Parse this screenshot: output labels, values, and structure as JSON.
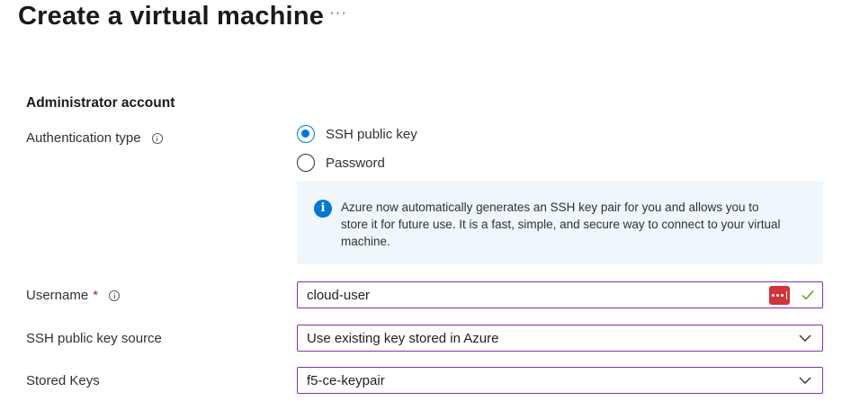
{
  "header": {
    "title": "Create a virtual machine",
    "more_label": "···"
  },
  "admin_account": {
    "section_title": "Administrator account",
    "auth_type": {
      "label": "Authentication type",
      "options": [
        {
          "label": "SSH public key",
          "selected": true
        },
        {
          "label": "Password",
          "selected": false
        }
      ]
    },
    "info_message": "Azure now automatically generates an SSH key pair for you and allows you to store it for future use. It is a fast, simple, and secure way to connect to your virtual machine.",
    "username": {
      "label": "Username",
      "required_marker": "*",
      "value": "cloud-user"
    },
    "ssh_key_source": {
      "label": "SSH public key source",
      "value": "Use existing key stored in Azure"
    },
    "stored_keys": {
      "label": "Stored Keys",
      "value": "f5-ce-keypair"
    }
  },
  "colors": {
    "accent": "#0078d4",
    "field_border": "#8a2da5",
    "info_background": "#eff6fc",
    "required": "#a4262c",
    "valid_check": "#57a300",
    "password_manager_icon": "#d13438"
  },
  "icons": [
    "ellipsis-icon",
    "info-icon",
    "info-circle-filled-icon",
    "password-manager-icon",
    "check-icon",
    "chevron-down-icon"
  ]
}
